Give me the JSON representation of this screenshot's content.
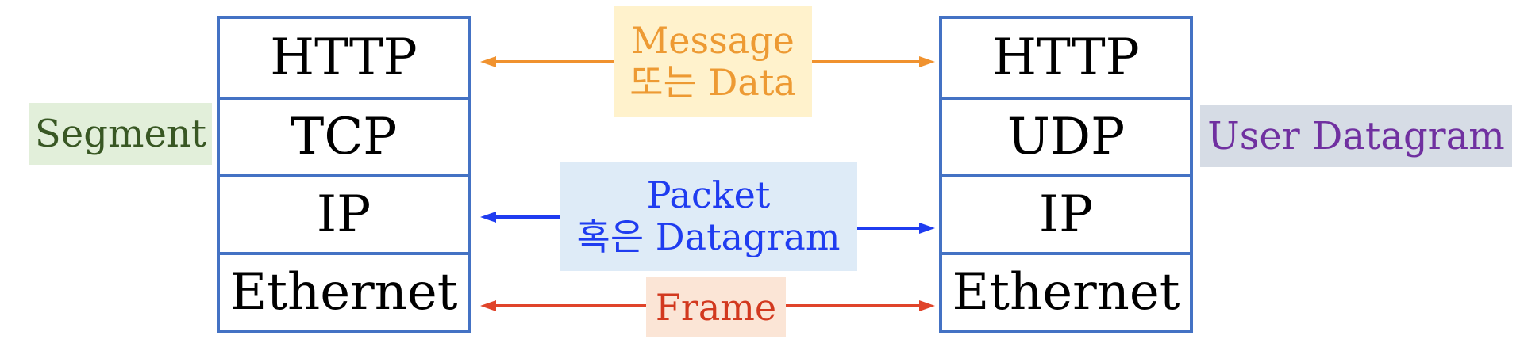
{
  "left_stack": {
    "layers": [
      "HTTP",
      "TCP",
      "IP",
      "Ethernet"
    ]
  },
  "right_stack": {
    "layers": [
      "HTTP",
      "UDP",
      "IP",
      "Ethernet"
    ]
  },
  "labels": {
    "segment": "Segment",
    "user_datagram": "User Datagram",
    "message_line1": "Message",
    "message_line2": "또는 Data",
    "packet_line1": "Packet",
    "packet_line2": "혹은 Datagram",
    "frame": "Frame"
  },
  "colors": {
    "stack_border": "#4472c4",
    "message_arrow": "#f0922f",
    "packet_arrow": "#1f3cf0",
    "frame_arrow": "#e0442a",
    "segment_text": "#385723",
    "user_datagram_text": "#7030a0"
  }
}
